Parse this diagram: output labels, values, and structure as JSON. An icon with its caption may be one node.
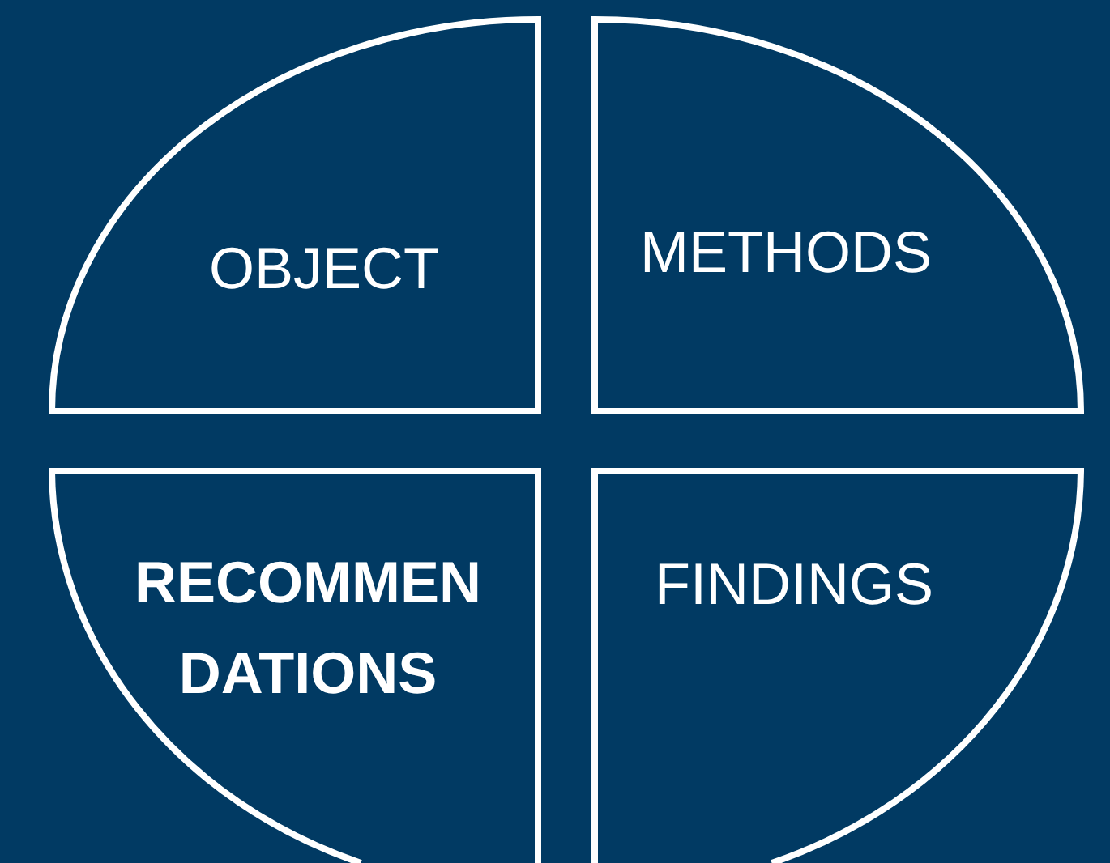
{
  "diagram": {
    "nodes": [
      {
        "text": [
          "OBJECT"
        ]
      },
      {
        "text": [
          "METHODS"
        ]
      },
      {
        "text": [
          "RECOMMEN DATIONS"
        ]
      },
      {
        "text": [
          "FINDINGS"
        ]
      }
    ]
  }
}
